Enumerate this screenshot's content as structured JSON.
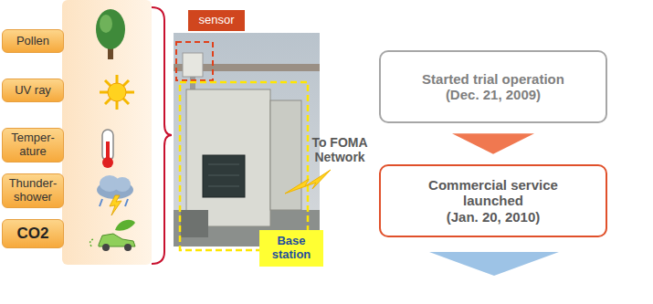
{
  "diagram": {
    "nodes": [
      {
        "text": [
          "Pollen"
        ]
      },
      {
        "text": [
          "UV ray"
        ]
      },
      {
        "text": [
          "Temper- ature"
        ]
      },
      {
        "text": [
          "Thunder- shower"
        ]
      },
      {
        "text": [
          "CO2"
        ]
      },
      {
        "text": [
          "sensor"
        ]
      },
      {
        "text": [
          "Base station"
        ]
      },
      {
        "text": [
          "Started trial operation",
          "(Dec. 21, 2009)"
        ]
      },
      {
        "text": [
          "Commercial service launched",
          "(Jan. 20, 2010)"
        ]
      }
    ],
    "edges": [
      {
        "from": 7,
        "to": 8,
        "arrow": "to"
      }
    ],
    "labels": [
      "To FOMA Network"
    ]
  }
}
